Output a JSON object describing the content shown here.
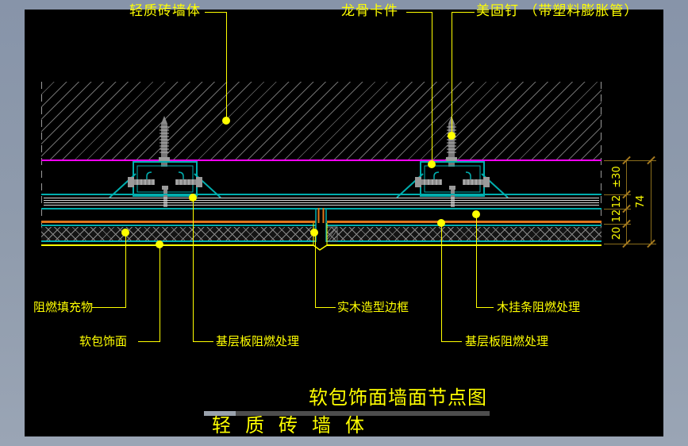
{
  "colors": {
    "frame": "#8f9bac",
    "canvas": "#000000",
    "annotation_yellow": "#ffff00",
    "keel_teal": "#00aeae",
    "wall_face_magenta": "#ff00ff",
    "board_orange": "#e0761a",
    "dimension_olive": "#8a6d1b"
  },
  "top_labels": {
    "wall": "轻质砖墙体",
    "keel_clip": "龙骨卡件",
    "nail": "美固钉 （带塑料膨胀管）"
  },
  "callouts": {
    "filler": "阻燃填充物",
    "soft_pack": "软包饰面",
    "base_board_left": "基层板阻燃处理",
    "wood_frame": "实木造型边框",
    "wood_strip": "木挂条阻燃处理",
    "base_board_right": "基层板阻燃处理"
  },
  "dimensions": {
    "adjust": "±30",
    "strip": "12",
    "board": "12",
    "soft": "20",
    "total": "74"
  },
  "footer": {
    "title": "软包饰面墙面节点图",
    "subtitle": "轻质砖墙体"
  }
}
